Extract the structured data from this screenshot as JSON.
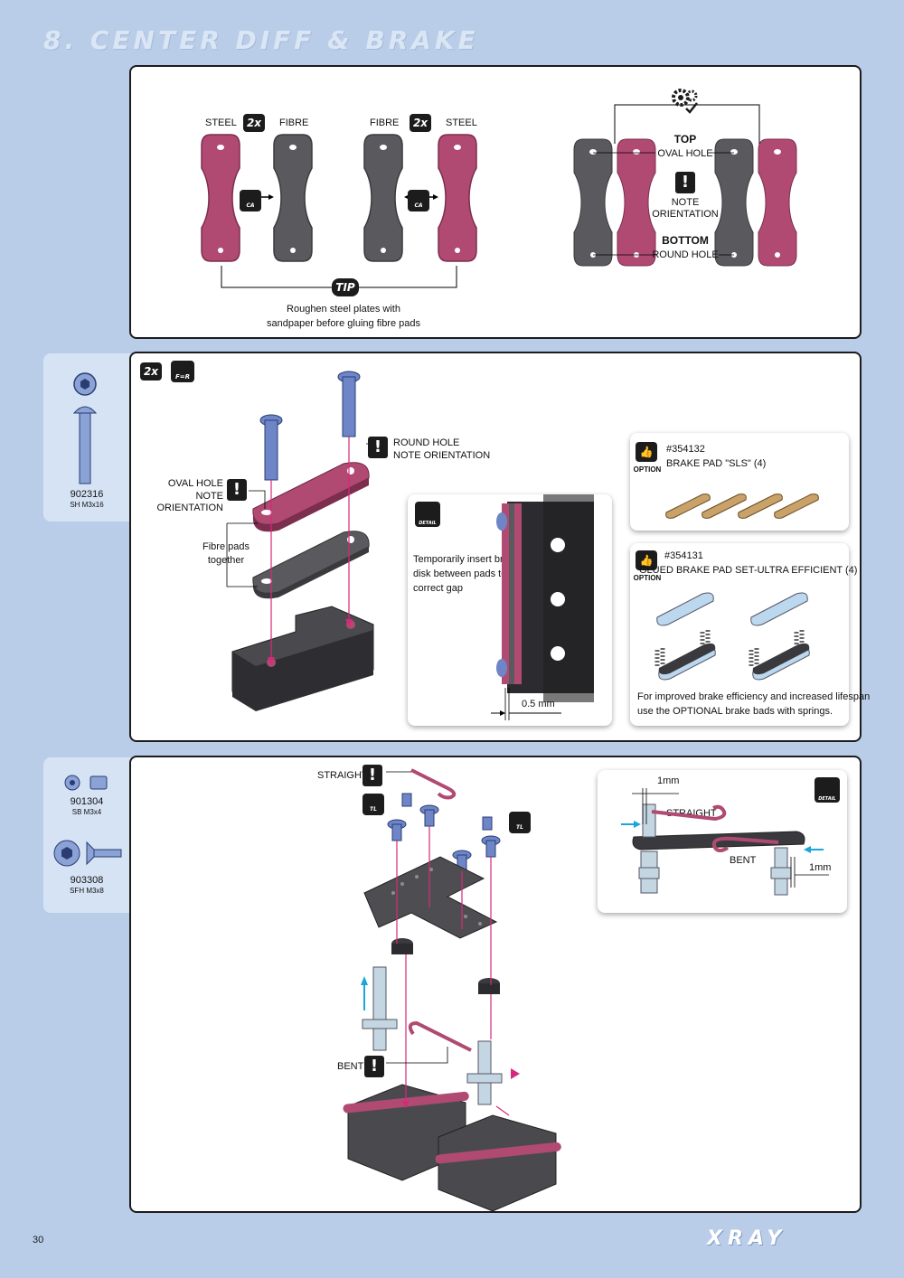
{
  "page_title": "8. CENTER DIFF & BRAKE",
  "page_number": "30",
  "brand_logo": "XRAY",
  "colors": {
    "background": "#b9cde9",
    "pink": "#b04a72",
    "grey": "#5a5a5e",
    "accent_arrow": "#d6297a"
  },
  "step1": {
    "steel_left": "STEEL",
    "fibre_left": "FIBRE",
    "fibre_right": "FIBRE",
    "steel_right": "STEEL",
    "qty_left": "2x",
    "qty_right": "2x",
    "ca_left": "CA",
    "ca_right": "CA",
    "tip_badge": "TIP",
    "tip_line1": "Roughen steel plates with",
    "tip_line2": "sandpaper before gluing fibre pads",
    "top_label": "TOP",
    "oval_hole": "OVAL HOLE",
    "note": "NOTE",
    "orientation": "ORIENTATION",
    "bottom_label": "BOTTOM",
    "round_hole": "ROUND HOLE"
  },
  "step2": {
    "part_number": "902316",
    "part_desc": "SH M3x16",
    "qty": "2x",
    "fr_icon": "F=R",
    "round_hole_1": "ROUND HOLE",
    "round_hole_2": "NOTE ORIENTATION",
    "oval_hole_1": "OVAL HOLE",
    "oval_hole_2": "NOTE ORIENTATION",
    "fibre_1": "Fibre pads",
    "fibre_2": "together",
    "detail_label": "DETAIL",
    "detail_text1": "Temporarily insert brake",
    "detail_text2": "disk between pads to set",
    "detail_text3": "correct gap",
    "gap": "0.5 mm",
    "option1_code": "#354132",
    "option1_name": "BRAKE PAD \"SLS\" (4)",
    "option_label": "OPTION",
    "option2_code": "#354131",
    "option2_name": "GLUED BRAKE PAD SET-ULTRA EFFICIENT (4)",
    "option2_text1": "For improved brake efficiency and increased lifespan",
    "option2_text2": "use the OPTIONAL brake bads with springs."
  },
  "step3": {
    "part1_number": "901304",
    "part1_desc": "SB M3x4",
    "part2_number": "903308",
    "part2_desc": "SFH M3x8",
    "straight": "STRAIGHT",
    "bent": "BENT",
    "tl": "TL",
    "detail_label": "DETAIL",
    "dim_top": "1mm",
    "dim_right": "1mm",
    "detail_straight": "STRAIGHT",
    "detail_bent": "BENT"
  }
}
